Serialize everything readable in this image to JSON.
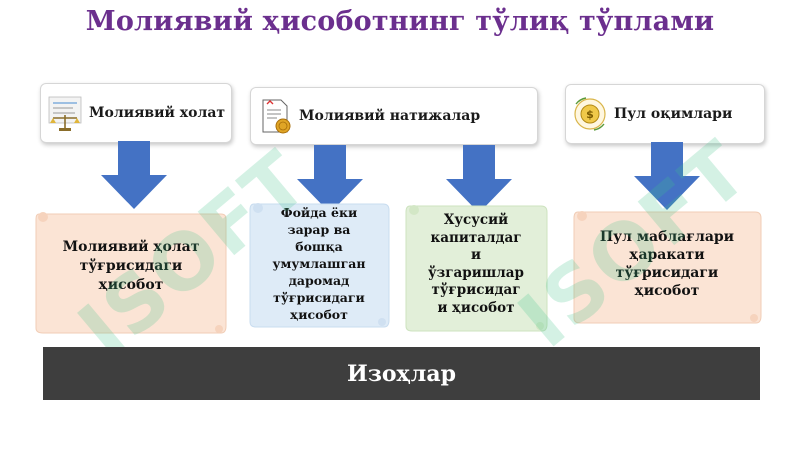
{
  "title": "Молиявий ҳисоботнинг тўлиқ тўплами",
  "headers": [
    {
      "label": "Молиявий холат",
      "icon": "balance-scale-icon"
    },
    {
      "label": "Молиявий натижалар",
      "icon": "financial-document-icon"
    },
    {
      "label": "Пул оқимлари",
      "icon": "money-flow-icon"
    }
  ],
  "reports": [
    {
      "lines": [
        "Молиявий ҳолат",
        "тўғрисидаги",
        "ҳисобот"
      ],
      "color": "#fbe4d5"
    },
    {
      "lines": [
        "Фойда ёки",
        "зарар ва",
        "бошқа",
        "умумлашган",
        "даромад",
        "тўғрисидаги",
        "ҳисобот"
      ],
      "color": "#deebf7"
    },
    {
      "lines": [
        "Хусусий",
        "капиталдаг",
        "и",
        "ўзгаришлар",
        "тўғрисидаг",
        "и ҳисобот"
      ],
      "color": "#e2efd9"
    },
    {
      "lines": [
        "Пул маблағлари",
        "ҳаракати",
        "тўғрисидаги",
        "ҳисобот"
      ],
      "color": "#fbe4d5"
    }
  ],
  "footer": "Изоҳлар",
  "watermark": "ISOFT",
  "colors": {
    "title": "#6b2f8e",
    "arrow": "#4472c4",
    "bar": "#3e3e3e"
  }
}
